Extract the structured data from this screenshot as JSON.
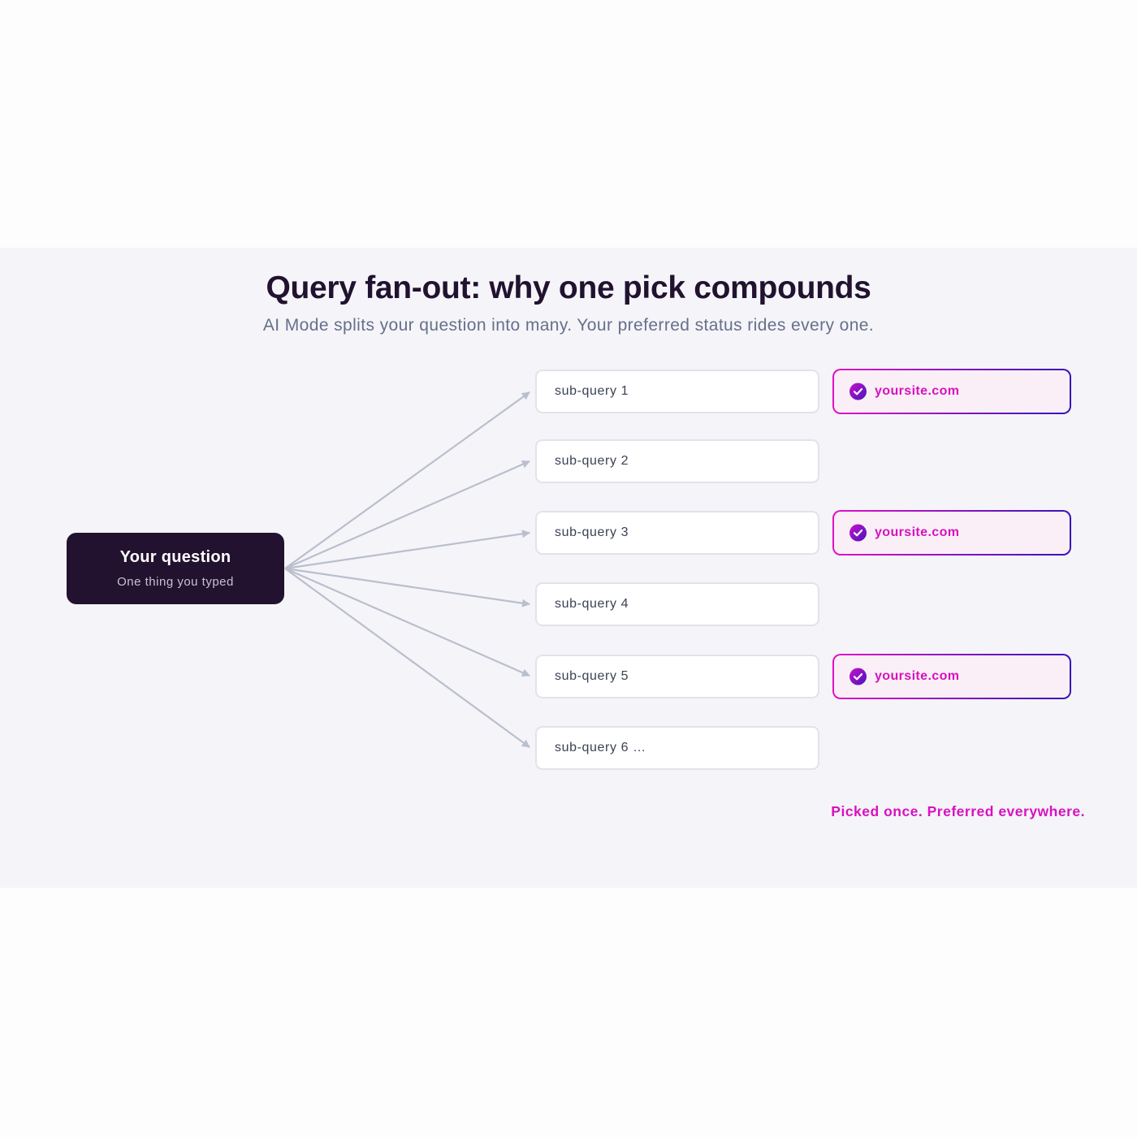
{
  "header": {
    "title": "Query fan-out: why one pick compounds",
    "subtitle": "AI Mode splits your question into many. Your preferred status rides every one."
  },
  "question_node": {
    "title": "Your question",
    "subtitle": "One thing you typed"
  },
  "sub_queries": [
    {
      "label": "sub-query 1",
      "picked": true,
      "site": "yoursite.com"
    },
    {
      "label": "sub-query 2",
      "picked": false
    },
    {
      "label": "sub-query 3",
      "picked": true,
      "site": "yoursite.com"
    },
    {
      "label": "sub-query 4",
      "picked": false
    },
    {
      "label": "sub-query 5",
      "picked": true,
      "site": "yoursite.com"
    },
    {
      "label": "sub-query 6 …",
      "picked": false
    }
  ],
  "tagline": "Picked once. Preferred everywhere.",
  "colors": {
    "background_band": "#f5f4f9",
    "question_node": "#22122f",
    "arrow": "#b9bfcc",
    "accent_magenta": "#d612bf",
    "accent_indigo": "#3514b8"
  },
  "icons": {
    "pick_marker": "check-circle-icon",
    "connector": "arrow-icon"
  }
}
